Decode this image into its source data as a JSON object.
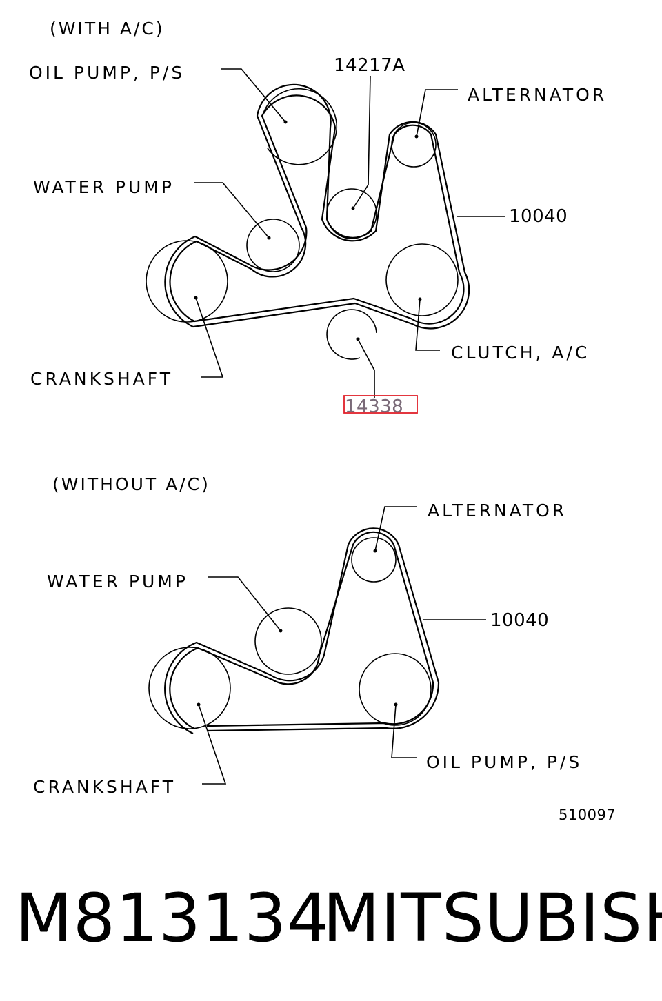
{
  "with_ac": {
    "heading": "(WITH A/C)",
    "labels": {
      "oil_pump": "OIL PUMP, P/S",
      "idler_top": "14217A",
      "alternator": "ALTERNATOR",
      "water_pump": "WATER PUMP",
      "belt": "10040",
      "clutch": "CLUTCH, A/C",
      "crankshaft": "CRANKSHAFT",
      "tensioner": "14338"
    }
  },
  "without_ac": {
    "heading": "(WITHOUT A/C)",
    "labels": {
      "alternator": "ALTERNATOR",
      "water_pump": "WATER PUMP",
      "belt": "10040",
      "oil_pump": "OIL PUMP, P/S",
      "crankshaft": "CRANKSHAFT"
    }
  },
  "figure_code": "510097",
  "footer": {
    "part_number": "M813134",
    "brand": "MITSUBISHI"
  },
  "colors": {
    "highlight": "#e0202a",
    "highlight_text": "#7a6a78"
  }
}
